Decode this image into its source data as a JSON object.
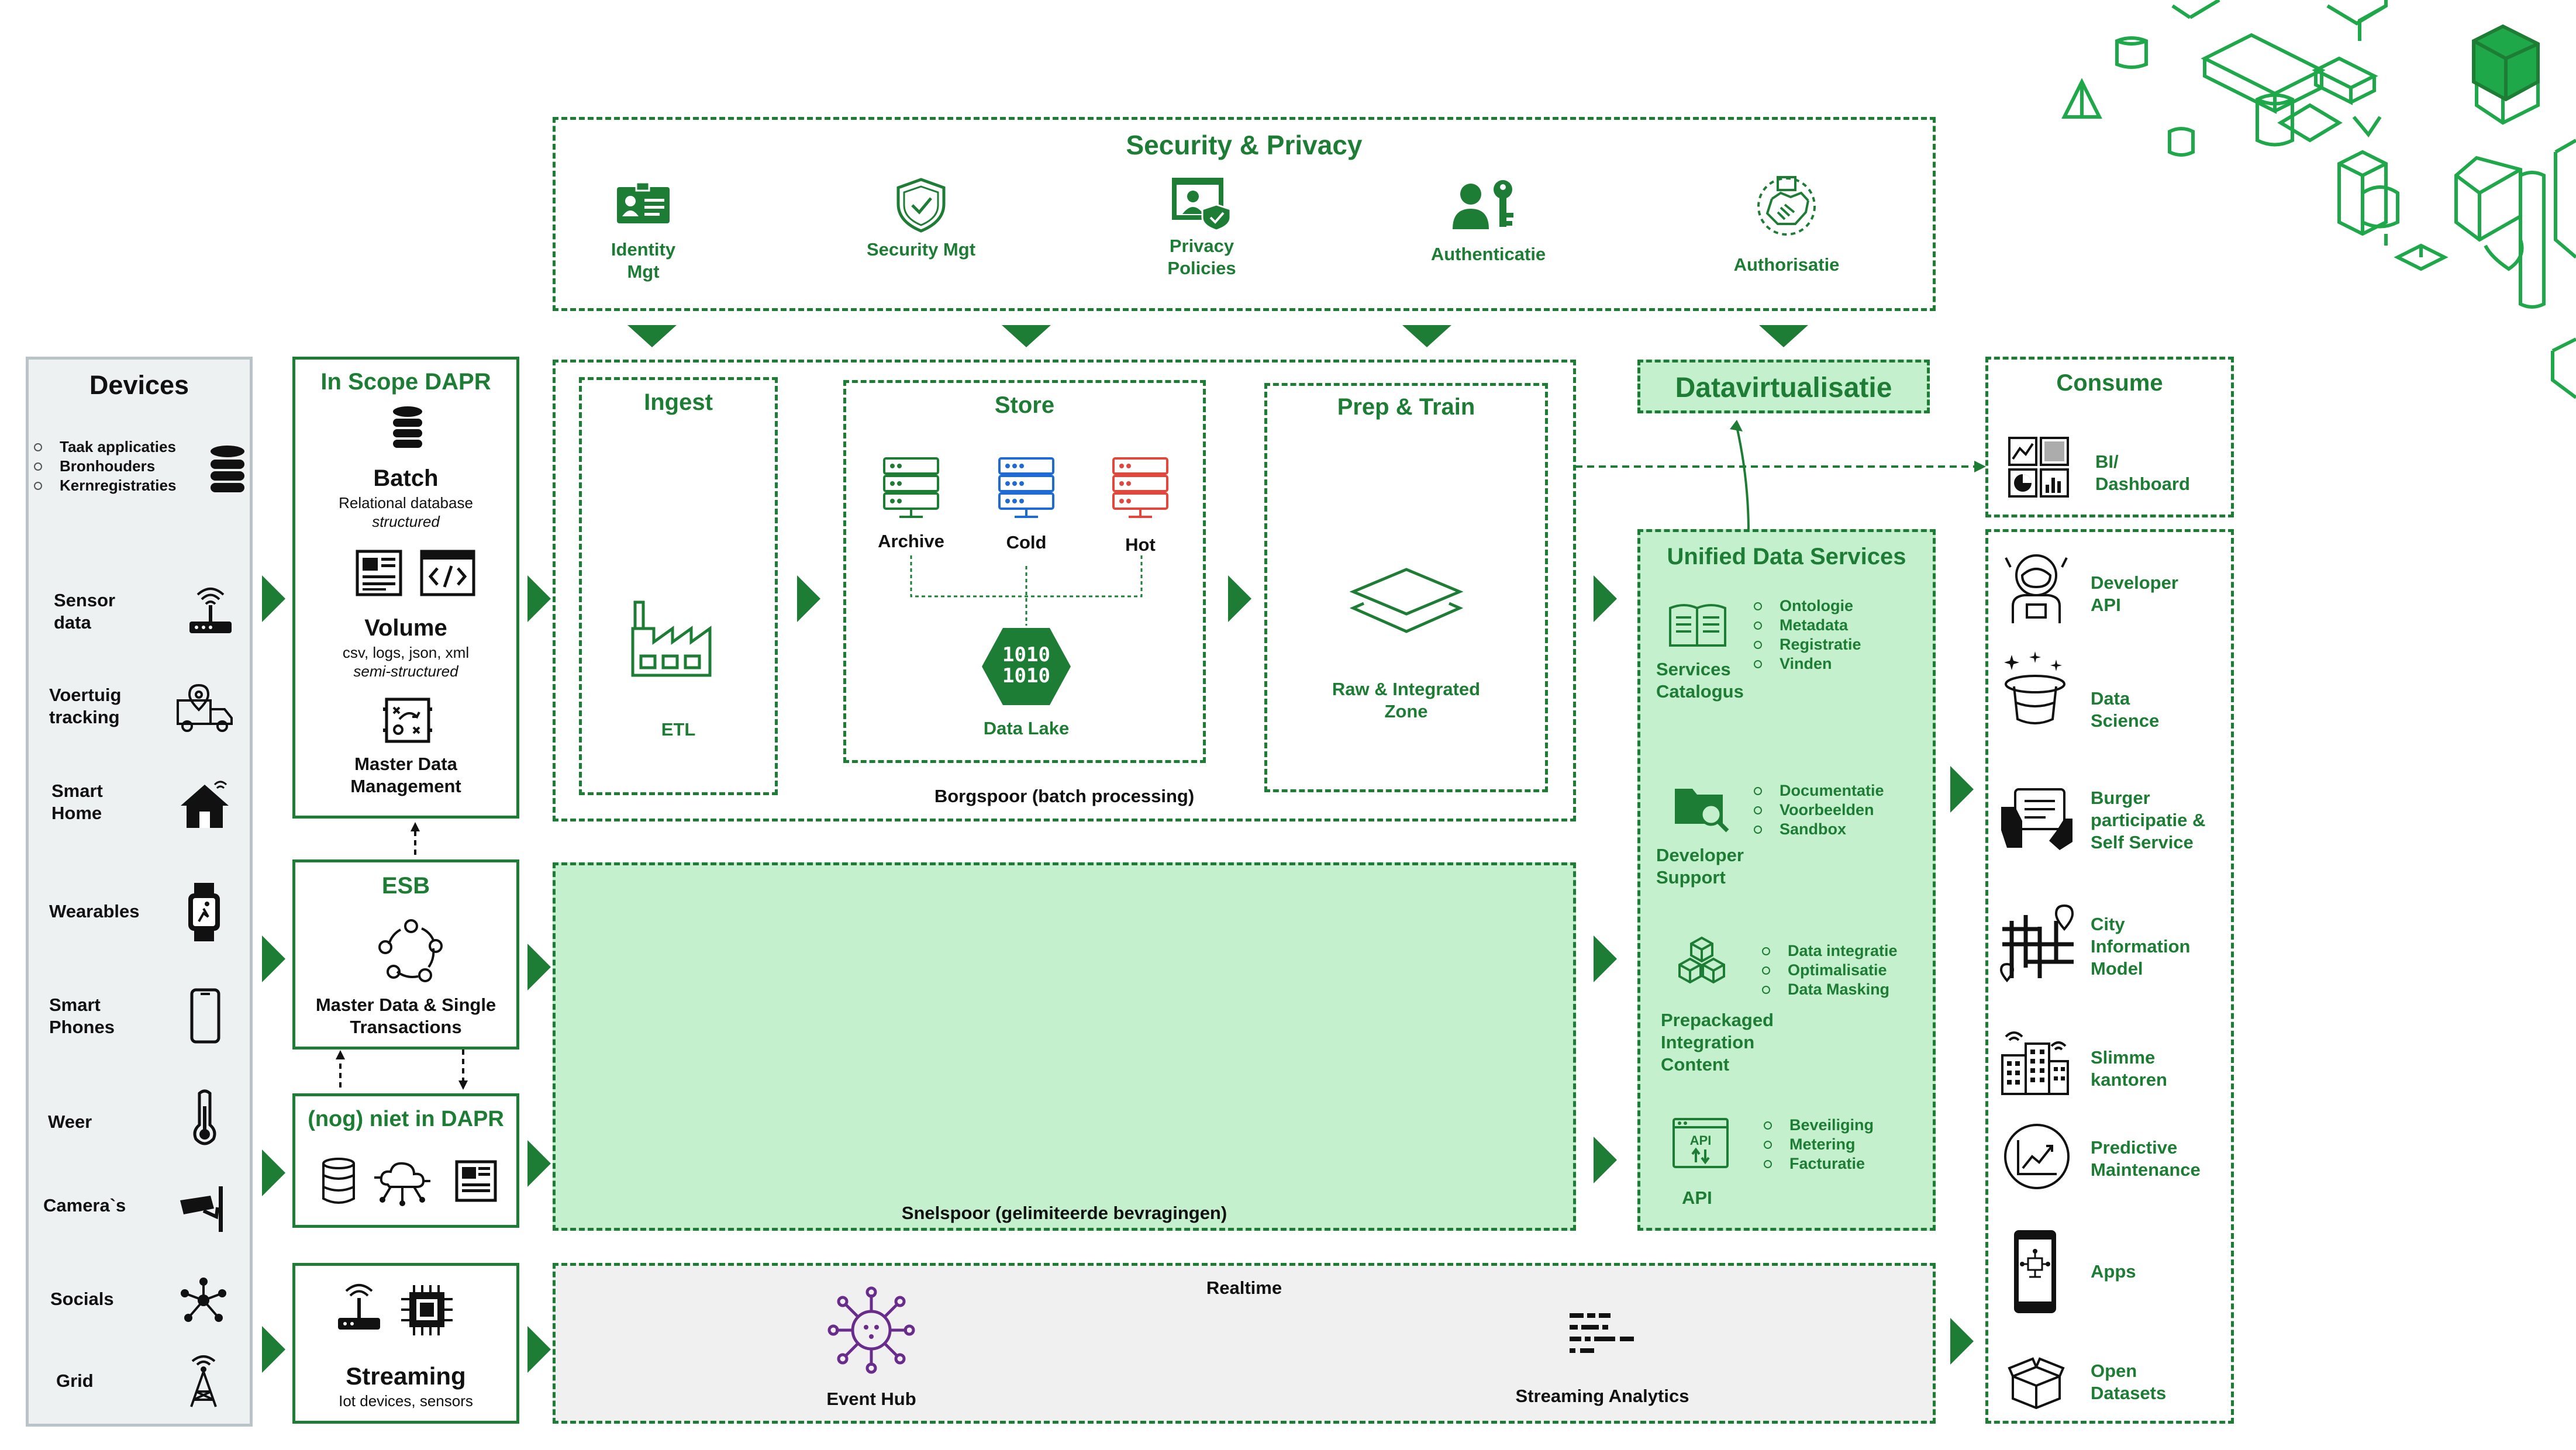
{
  "security": {
    "title": "Security & Privacy",
    "items": [
      {
        "label": "Identity\nMgt",
        "icon": "id-card-icon"
      },
      {
        "label": "Security Mgt",
        "icon": "shield-check-icon"
      },
      {
        "label": "Privacy\nPolicies",
        "icon": "privacy-user-icon"
      },
      {
        "label": "Authenticatie",
        "icon": "user-key-icon"
      },
      {
        "label": "Authorisatie",
        "icon": "handshake-icon"
      }
    ]
  },
  "devices": {
    "title": "Devices",
    "db_list": [
      "Taak applicaties",
      "Bronhouders",
      "Kernregistraties"
    ],
    "items": [
      {
        "label": "Sensor\ndata",
        "icon": "router-signal-icon"
      },
      {
        "label": "Voertuig\ntracking",
        "icon": "truck-location-icon"
      },
      {
        "label": "Smart\nHome",
        "icon": "smart-home-icon"
      },
      {
        "label": "Wearables",
        "icon": "smartwatch-icon"
      },
      {
        "label": "Smart\nPhones",
        "icon": "smartphone-icon"
      },
      {
        "label": "Weer",
        "icon": "thermometer-icon"
      },
      {
        "label": "Camera`s",
        "icon": "camera-icon"
      },
      {
        "label": "Socials",
        "icon": "network-icon"
      },
      {
        "label": "Grid",
        "icon": "tower-icon"
      }
    ]
  },
  "scope": {
    "title": "In Scope DAPR",
    "batch_title": "Batch",
    "batch_sub": "Relational database",
    "batch_sub2": "structured",
    "volume_title": "Volume",
    "volume_sub": "csv, logs, json, xml",
    "volume_sub2": "semi-structured",
    "mdm": "Master Data\nManagement"
  },
  "esb": {
    "title": "ESB",
    "sub": "Master Data & Single\nTransactions"
  },
  "notdapr": {
    "title": "(nog) niet in DAPR"
  },
  "streaming": {
    "title": "Streaming",
    "sub": "Iot devices, sensors"
  },
  "ingest": {
    "title": "Ingest",
    "etl": "ETL"
  },
  "store": {
    "title": "Store",
    "archive": "Archive",
    "cold": "Cold",
    "hot": "Hot",
    "lake": "Data Lake",
    "lake_bits": "1010\n1010"
  },
  "prep": {
    "title": "Prep & Train",
    "zone": "Raw & Integrated\nZone"
  },
  "borgspoor": "Borgspoor (batch processing)",
  "snelspoor": "Snelspoor (gelimiteerde bevragingen)",
  "realtime": {
    "title": "Realtime",
    "eventhub": "Event Hub",
    "streaming": "Streaming Analytics"
  },
  "datavirt": "Datavirtualisatie",
  "uds": {
    "title": "Unified Data Services",
    "groups": [
      {
        "label": "Services\nCatalogus",
        "icon": "catalog-icon",
        "items": [
          "Ontologie",
          "Metadata",
          "Registratie",
          "Vinden"
        ]
      },
      {
        "label": "Developer\nSupport",
        "icon": "folder-search-icon",
        "items": [
          "Documentatie",
          "Voorbeelden",
          "Sandbox"
        ]
      },
      {
        "label": "Prepackaged\nIntegration\nContent",
        "icon": "cubes-icon",
        "items": [
          "Data integratie",
          "Optimalisatie",
          "Data Masking"
        ]
      },
      {
        "label": "API",
        "icon": "api-icon",
        "items": [
          "Beveiliging",
          "Metering",
          "Facturatie"
        ]
      }
    ]
  },
  "consume": {
    "title": "Consume",
    "bi": "BI/\nDashboard",
    "items": [
      {
        "label": "Developer\nAPI",
        "icon": "astronaut-icon"
      },
      {
        "label": "Data\nScience",
        "icon": "magic-hat-icon"
      },
      {
        "label": "Burger\nparticipatie &\nSelf Service",
        "icon": "tablet-hands-icon"
      },
      {
        "label": "City\nInformation\nModel",
        "icon": "city-map-icon"
      },
      {
        "label": "Slimme\nkantoren",
        "icon": "smart-building-icon"
      },
      {
        "label": "Predictive\nMaintenance",
        "icon": "chart-circle-icon"
      },
      {
        "label": "Apps",
        "icon": "phone-app-icon"
      },
      {
        "label": "Open\nDatasets",
        "icon": "open-box-icon"
      }
    ]
  },
  "colors": {
    "accent": "#1e7d34",
    "fill": "#c5f0cd",
    "grey": "#f0f0f0",
    "device_panel": "#eef1f2"
  }
}
